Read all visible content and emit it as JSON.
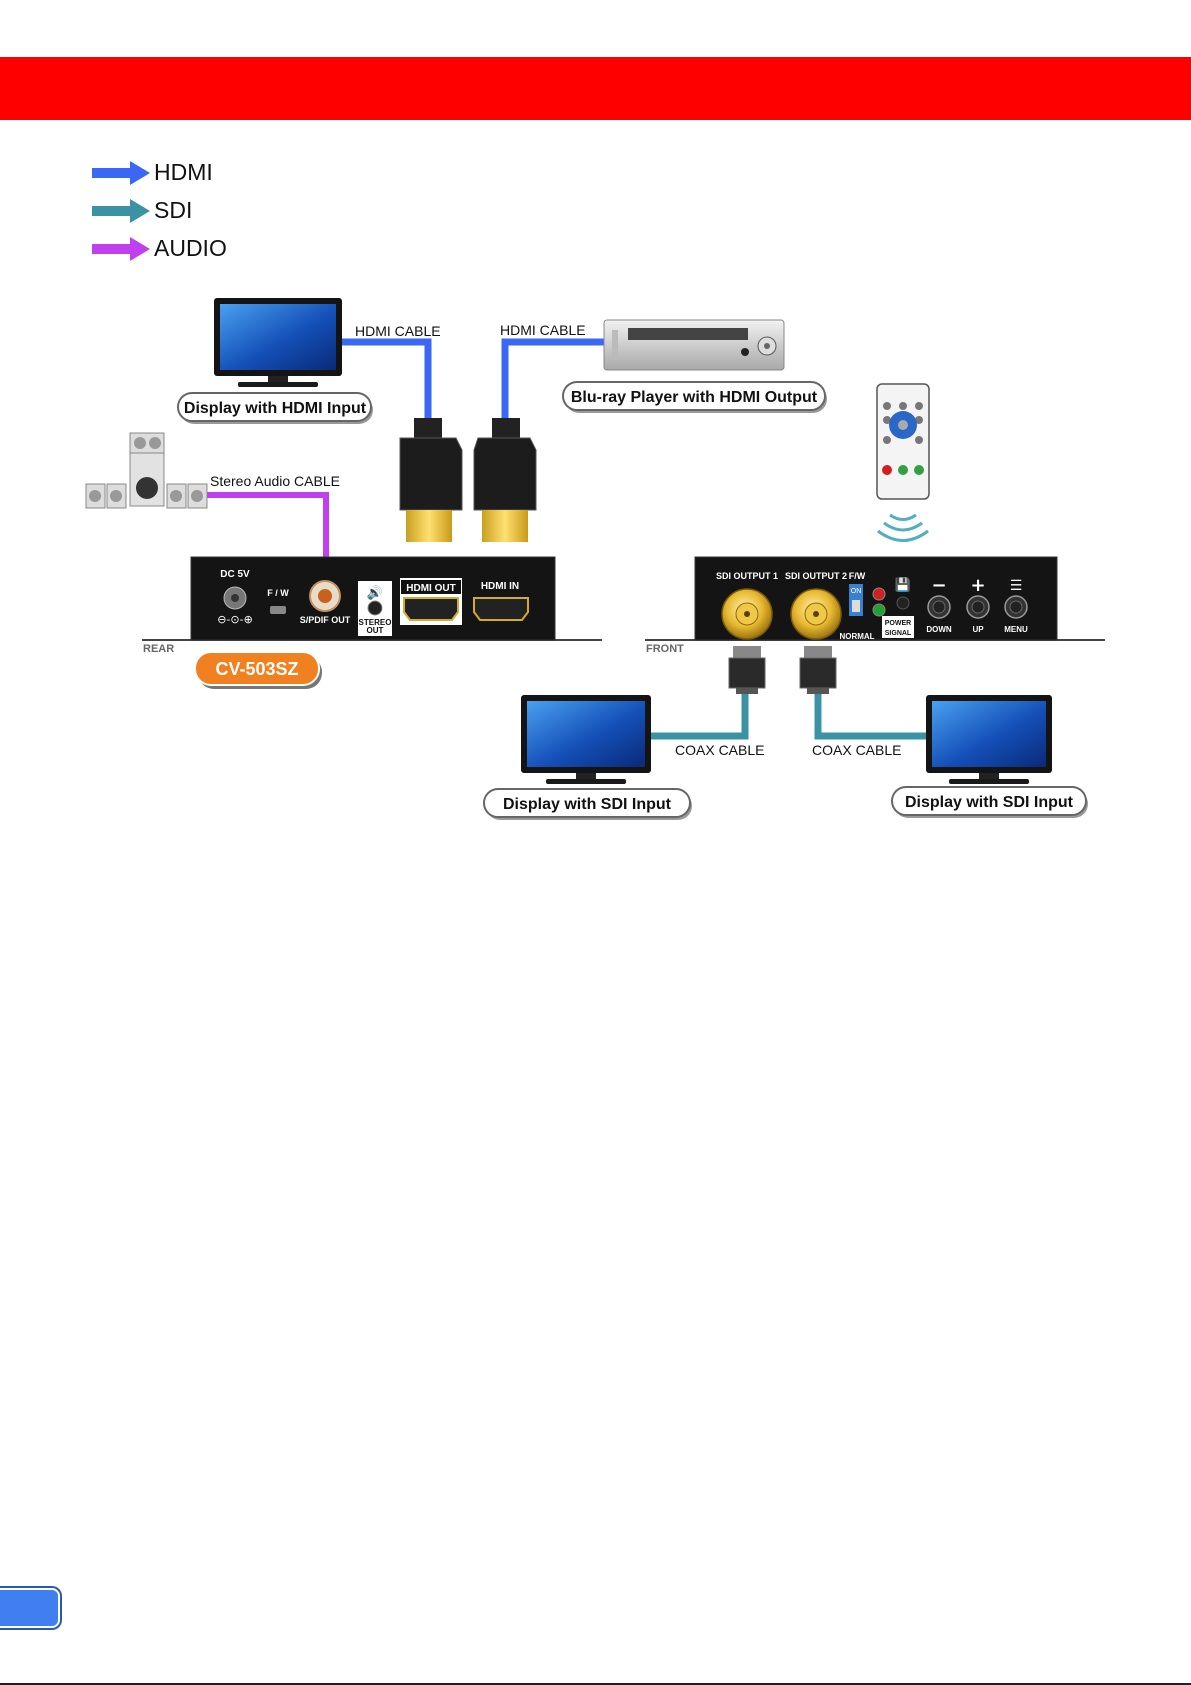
{
  "legend": [
    {
      "label": "HDMI",
      "color": "#3a68f5"
    },
    {
      "label": "SDI",
      "color": "#3a93a5"
    },
    {
      "label": "AUDIO",
      "color": "#c040f0"
    }
  ],
  "labels": {
    "hdmi_cable_1": "HDMI CABLE",
    "hdmi_cable_2": "HDMI CABLE",
    "display_hdmi": "Display with HDMI Input",
    "bluray": "Blu-ray Player with HDMI Output",
    "stereo_cable": "Stereo Audio CABLE",
    "coax_cable_1": "COAX CABLE",
    "coax_cable_2": "COAX CABLE",
    "display_sdi_1": "Display with SDI Input",
    "display_sdi_2": "Display with SDI Input",
    "model": "CV-503SZ"
  },
  "rear_panel": {
    "side_label": "REAR",
    "dc": "DC 5V",
    "fw": "F / W",
    "spdif": "S/PDIF OUT",
    "stereo_top": "STEREO",
    "stereo_bottom": "OUT",
    "hdmi_out": "HDMI OUT",
    "hdmi_in": "HDMI IN"
  },
  "front_panel": {
    "side_label": "FRONT",
    "sdi1": "SDI OUTPUT 1",
    "sdi2": "SDI OUTPUT 2",
    "fw": "F/W",
    "normal": "NORMAL",
    "power": "POWER",
    "signal": "SIGNAL",
    "down": "DOWN",
    "up": "UP",
    "menu": "MENU",
    "on": "ON"
  },
  "colors": {
    "header": "#ff0000",
    "hdmi_cable": "#3a68f5",
    "sdi_cable": "#3a93a5",
    "audio_cable": "#c040f0",
    "model_badge": "#f08020"
  }
}
